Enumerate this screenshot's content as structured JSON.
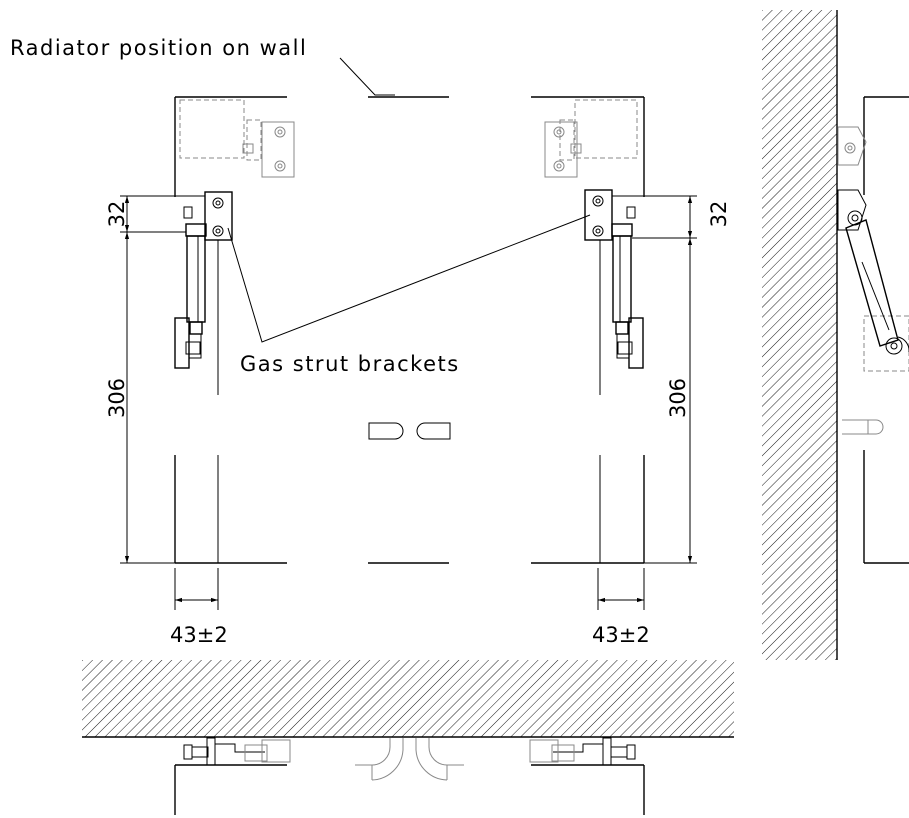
{
  "labels": {
    "radiator_position": "Radiator position on wall",
    "gas_strut_brackets": "Gas strut brackets"
  },
  "dimensions": {
    "bracket_height_left": "32",
    "bracket_height_right": "32",
    "strut_length_left": "306",
    "strut_length_right": "306",
    "offset_left": "43±2",
    "offset_right": "43±2"
  }
}
